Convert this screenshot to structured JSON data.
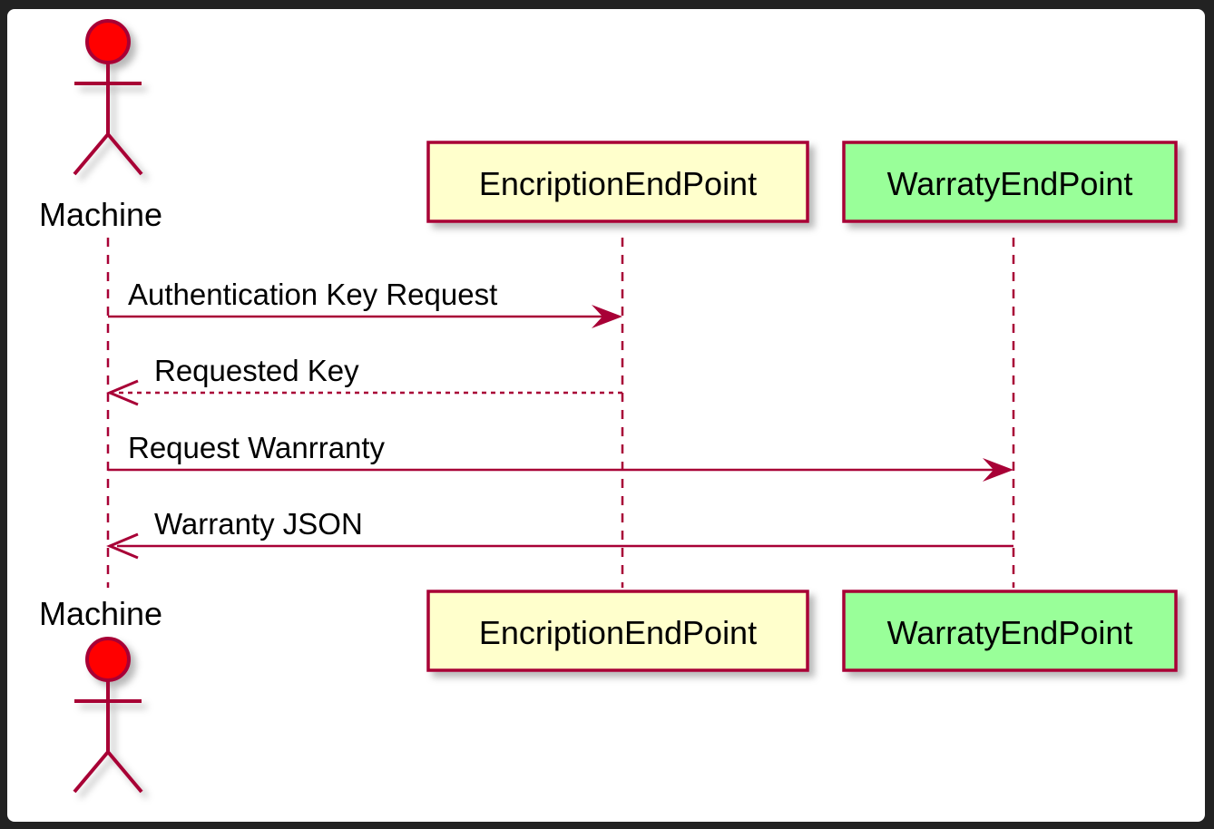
{
  "participants": {
    "machine": {
      "name": "Machine",
      "kind": "actor",
      "color": "#FF0000"
    },
    "encryption": {
      "name": "EncriptionEndPoint",
      "kind": "participant",
      "color": "#FFFFCC"
    },
    "warranty": {
      "name": "WarratyEndPoint",
      "kind": "participant",
      "color": "#99FF99"
    }
  },
  "messages": [
    {
      "from": "Machine",
      "to": "EncriptionEndPoint",
      "label": "Authentication Key Request",
      "style": "solid"
    },
    {
      "from": "EncriptionEndPoint",
      "to": "Machine",
      "label": "Requested Key",
      "style": "dotted"
    },
    {
      "from": "Machine",
      "to": "WarratyEndPoint",
      "label": "Request Wanrranty",
      "style": "solid"
    },
    {
      "from": "WarratyEndPoint",
      "to": "Machine",
      "label": "Warranty JSON",
      "style": "solid"
    }
  ],
  "colors": {
    "line": "#A80036",
    "background": "#FFFFFF",
    "window": "#222222"
  }
}
